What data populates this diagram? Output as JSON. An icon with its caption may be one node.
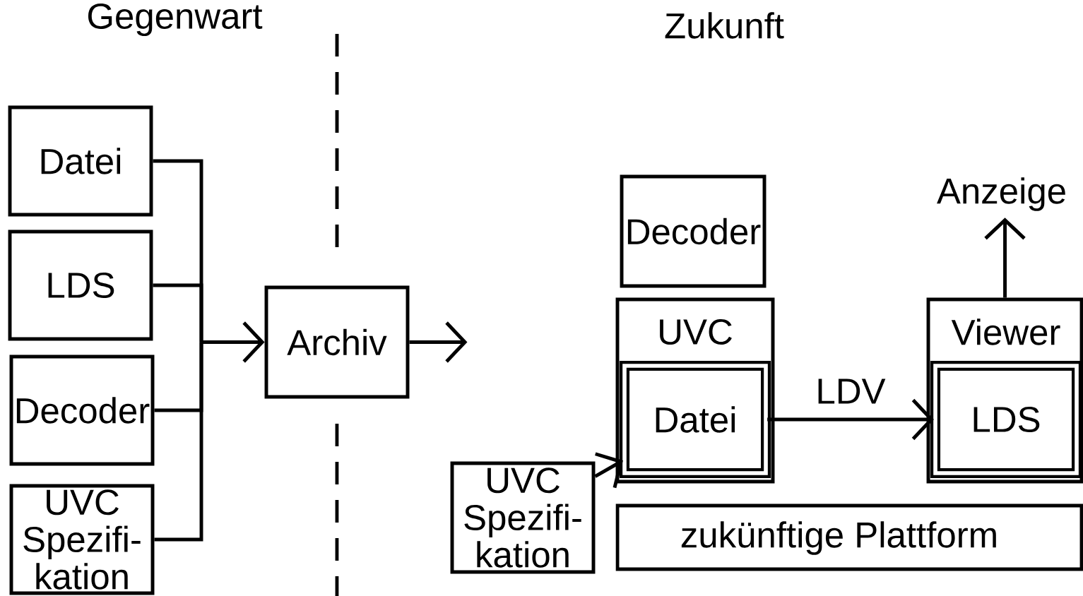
{
  "diagram": {
    "nodes": [
      {
        "text": [
          "Datei"
        ]
      },
      {
        "text": [
          "LDS"
        ]
      },
      {
        "text": [
          "Decoder"
        ]
      },
      {
        "text": [
          "UVC Spezifi-kation"
        ]
      },
      {
        "text": [
          "Archiv"
        ]
      },
      {
        "text": [
          "Decoder"
        ]
      },
      {
        "text": [
          "UVC"
        ]
      },
      {
        "text": [
          "Datei"
        ],
        "in": 6
      },
      {
        "text": [
          "UVC Spezifi-kation"
        ]
      },
      {
        "text": [
          "Viewer"
        ]
      },
      {
        "text": [
          "LDS"
        ],
        "in": 9
      },
      {
        "text": [
          "zukünftige Plattform"
        ]
      },
      {
        "text": [
          "Anzeige"
        ]
      }
    ],
    "edges": [
      {
        "from": 0,
        "to": 4,
        "arrow": "to"
      },
      {
        "from": 1,
        "to": 4,
        "arrow": "to"
      },
      {
        "from": 2,
        "to": 4,
        "arrow": "to"
      },
      {
        "from": 3,
        "to": 4,
        "arrow": "to"
      },
      {
        "from": 4,
        "to": null,
        "arrow": "to"
      },
      {
        "from": 8,
        "to": 7,
        "arrow": "to"
      },
      {
        "from": 7,
        "to": 10,
        "label": "LDV",
        "arrow": "to"
      },
      {
        "from": 9,
        "to": 12,
        "arrow": "to"
      }
    ],
    "labels": [
      "Gegenwart",
      "Zukunft"
    ]
  }
}
